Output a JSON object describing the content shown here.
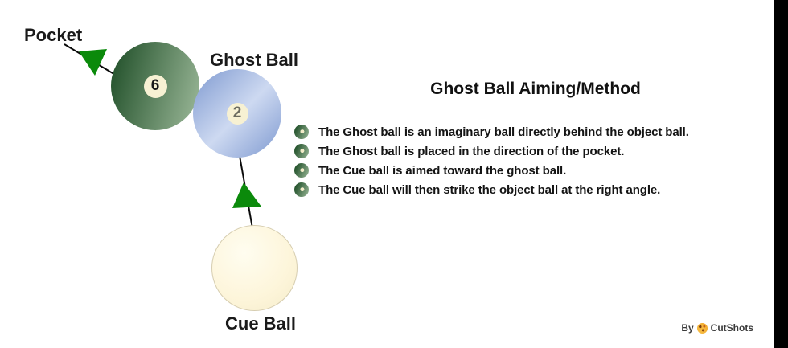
{
  "colors": {
    "object_ball_dark": "#27552f",
    "object_ball_light": "#93b191",
    "ghost_ball_dark": "#7e99d0",
    "ghost_ball_light": "#cdd9f1",
    "cue_ball_fill": "#fdf5da",
    "number_circle": "#f7f1d3",
    "arrow_green": "#0b8a0b",
    "text": "#141414",
    "brand_orange": "#ef9f1e",
    "edge_bar": "#000000"
  },
  "diagram": {
    "pocket_label": "Pocket",
    "object_ball": {
      "number": "6"
    },
    "ghost_ball": {
      "label": "Ghost Ball",
      "number": "2"
    },
    "cue_ball": {
      "label": "Cue Ball"
    }
  },
  "panel": {
    "title": "Ghost Ball Aiming/Method",
    "bullets": [
      "The Ghost ball is an imaginary ball directly behind the object ball.",
      "The Ghost ball is placed in the direction of the pocket.",
      "The Cue ball is aimed toward the ghost ball.",
      "The Cue ball will then strike the object ball at the right angle."
    ]
  },
  "footer": {
    "by": "By",
    "brand": "CutShots"
  }
}
